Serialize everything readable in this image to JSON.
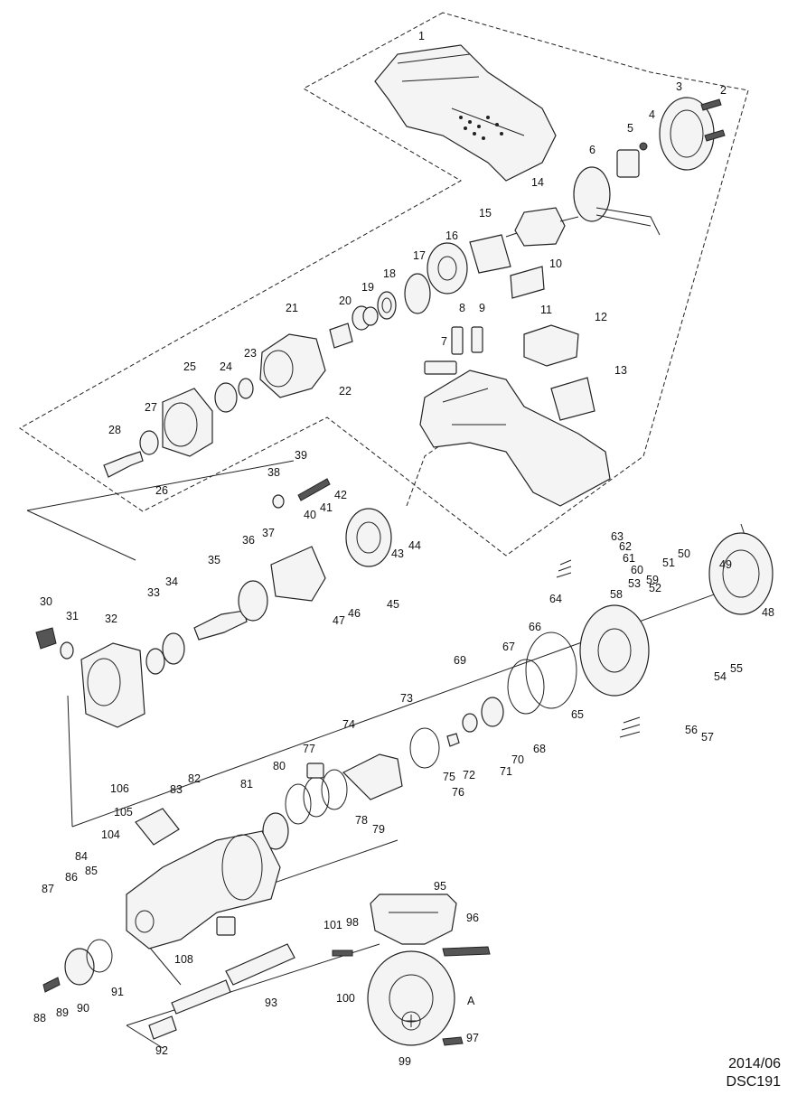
{
  "footer": {
    "date": "2014/06",
    "code": "DSC191"
  },
  "labels": [
    "1",
    "2",
    "3",
    "4",
    "5",
    "6",
    "7",
    "8",
    "9",
    "10",
    "11",
    "12",
    "13",
    "14",
    "15",
    "16",
    "17",
    "18",
    "19",
    "20",
    "21",
    "22",
    "23",
    "24",
    "25",
    "26",
    "27",
    "28",
    "30",
    "31",
    "32",
    "33",
    "34",
    "35",
    "36",
    "37",
    "38",
    "39",
    "40",
    "41",
    "42",
    "43",
    "44",
    "45",
    "46",
    "47",
    "48",
    "49",
    "50",
    "51",
    "52",
    "53",
    "54",
    "55",
    "56",
    "57",
    "58",
    "59",
    "60",
    "61",
    "62",
    "63",
    "64",
    "65",
    "66",
    "67",
    "68",
    "69",
    "70",
    "71",
    "72",
    "73",
    "74",
    "75",
    "76",
    "77",
    "78",
    "79",
    "80",
    "81",
    "82",
    "83",
    "84",
    "85",
    "86",
    "87",
    "88",
    "89",
    "90",
    "91",
    "92",
    "93",
    "95",
    "96",
    "97",
    "98",
    "99",
    "100",
    "101",
    "104",
    "105",
    "106",
    "108",
    "A"
  ]
}
